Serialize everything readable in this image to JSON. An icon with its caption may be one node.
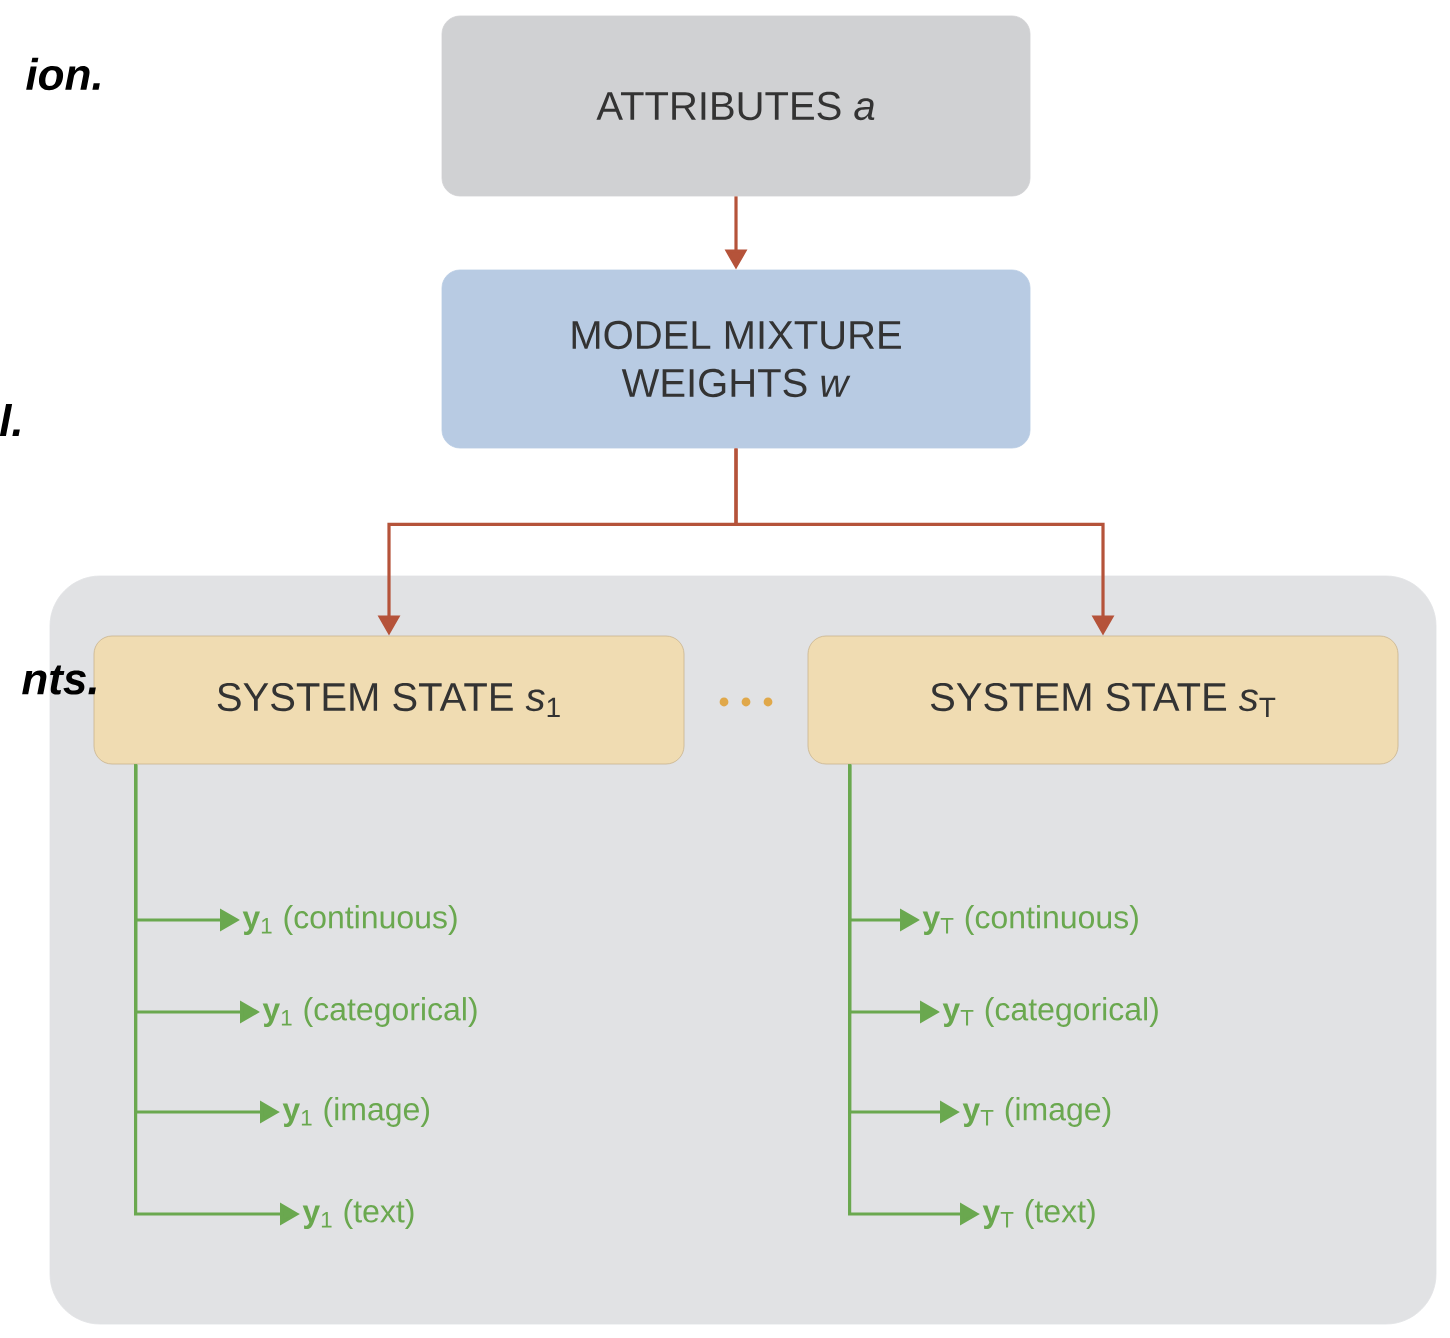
{
  "diagram": {
    "nodes": [
      {
        "text": [
          "ATTRIBUTES *a*"
        ]
      },
      {
        "text": [
          "MODEL MIXTURE WEIGHTS *w*"
        ]
      },
      {
        "text": [],
        "shape": "box"
      },
      {
        "text": [
          "SYSTEM STATE *s*$_{1}$"
        ],
        "in": 2
      },
      {
        "text": [
          "SYSTEM STATE *s*$_{T}$"
        ],
        "in": 2
      },
      {
        "text": [
          "**y**$_{1}$ (continuous)"
        ],
        "in": 2
      },
      {
        "text": [
          "**y**$_{1}$ (categorical)"
        ],
        "in": 2
      },
      {
        "text": [
          "**y**$_{1}$ (image)"
        ],
        "in": 2
      },
      {
        "text": [
          "**y**$_{1}$ (text)"
        ],
        "in": 2
      },
      {
        "text": [
          "**y**$_{T}$ (continuous)"
        ],
        "in": 2
      },
      {
        "text": [
          "**y**$_{T}$ (categorical)"
        ],
        "in": 2
      },
      {
        "text": [
          "**y**$_{T}$ (image)"
        ],
        "in": 2
      },
      {
        "text": [
          "**y**$_{T}$ (text)"
        ],
        "in": 2
      }
    ],
    "edges": [
      {
        "from": 0,
        "to": 1,
        "arrow": "to",
        "color": "#b5533a"
      },
      {
        "from": 1,
        "to": 3,
        "arrow": "to",
        "color": "#b5533a"
      },
      {
        "from": 1,
        "to": 4,
        "arrow": "to",
        "color": "#b5533a"
      },
      {
        "from": 3,
        "to": 5,
        "arrow": "to"
      },
      {
        "from": 3,
        "to": 6,
        "arrow": "to"
      },
      {
        "from": 3,
        "to": 7,
        "arrow": "to"
      },
      {
        "from": 3,
        "to": 8,
        "arrow": "to"
      },
      {
        "from": 4,
        "to": 9,
        "arrow": "to"
      },
      {
        "from": 4,
        "to": 10,
        "arrow": "to"
      },
      {
        "from": 4,
        "to": 11,
        "arrow": "to"
      },
      {
        "from": 4,
        "to": 12,
        "arrow": "to"
      }
    ],
    "labels": [
      "ion.",
      "l.",
      "nts."
    ]
  }
}
